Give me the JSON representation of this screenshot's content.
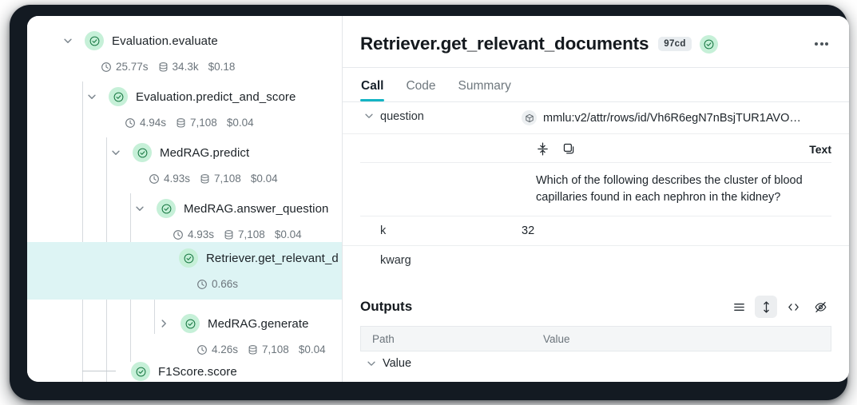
{
  "theme": {
    "accent_teal": "#14b4c4",
    "status_green_bg": "#c6f0d8",
    "status_green_fg": "#1b7a45",
    "selected_row_bg": "#ddf4f4",
    "frame_dark": "#131a22"
  },
  "tree": {
    "nodes": [
      {
        "name": "Evaluation.evaluate",
        "expander": "chevron-down-icon",
        "status": "success",
        "duration": "25.77s",
        "tokens": "34.3k",
        "cost": "$0.18",
        "selected": false
      },
      {
        "name": "Evaluation.predict_and_score",
        "expander": "chevron-down-icon",
        "status": "success",
        "duration": "4.94s",
        "tokens": "7,108",
        "cost": "$0.04",
        "selected": false
      },
      {
        "name": "MedRAG.predict",
        "expander": "chevron-down-icon",
        "status": "success",
        "duration": "4.93s",
        "tokens": "7,108",
        "cost": "$0.04",
        "selected": false
      },
      {
        "name": "MedRAG.answer_question",
        "expander": "chevron-down-icon",
        "status": "success",
        "duration": "4.93s",
        "tokens": "7,108",
        "cost": "$0.04",
        "selected": false
      },
      {
        "name": "Retriever.get_relevant_d",
        "expander": "none",
        "status": "success",
        "duration": "0.66s",
        "tokens": "",
        "cost": "",
        "selected": true
      },
      {
        "name": "MedRAG.generate",
        "expander": "chevron-right-icon",
        "status": "success",
        "duration": "4.26s",
        "tokens": "7,108",
        "cost": "$0.04",
        "selected": false
      },
      {
        "name": "F1Score.score",
        "expander": "none",
        "status": "success",
        "duration": "",
        "tokens": "",
        "cost": "",
        "selected": false
      }
    ]
  },
  "detail": {
    "title": "Retriever.get_relevant_documents",
    "hash_badge": "97cd",
    "status": "success",
    "menu": "kebab-menu-icon",
    "tabs": [
      {
        "label": "Call",
        "active": true
      },
      {
        "label": "Code",
        "active": false
      },
      {
        "label": "Summary",
        "active": false
      }
    ],
    "inputs": [
      {
        "key": "question",
        "expander": "chevron-down-icon",
        "value_ref": "mmlu:v2/attr/rows/id/Vh6R6egN7nBsjTUR1AVO…",
        "ref_icon": "cube-icon"
      },
      {
        "key": "k",
        "expander": "none",
        "value": "32"
      },
      {
        "key": "kwarg",
        "expander": "none",
        "value": ""
      }
    ],
    "question_panel": {
      "collapse_icon": "collapse-vertical-icon",
      "copy_icon": "copy-icon",
      "format_label": "Text",
      "body": "Which of the following describes the cluster of blood capillaries found in each nephron in the kidney?"
    },
    "outputs": {
      "title": "Outputs",
      "view_icons": [
        {
          "name": "list-view-icon",
          "selected": false
        },
        {
          "name": "expand-vertical-icon",
          "selected": true
        },
        {
          "name": "code-view-icon",
          "selected": false
        },
        {
          "name": "hide-eye-icon",
          "selected": false
        }
      ],
      "columns": [
        "Path",
        "Value"
      ],
      "rows": [
        {
          "path": "Value",
          "value": "",
          "expander": "chevron-down-icon"
        }
      ]
    }
  }
}
